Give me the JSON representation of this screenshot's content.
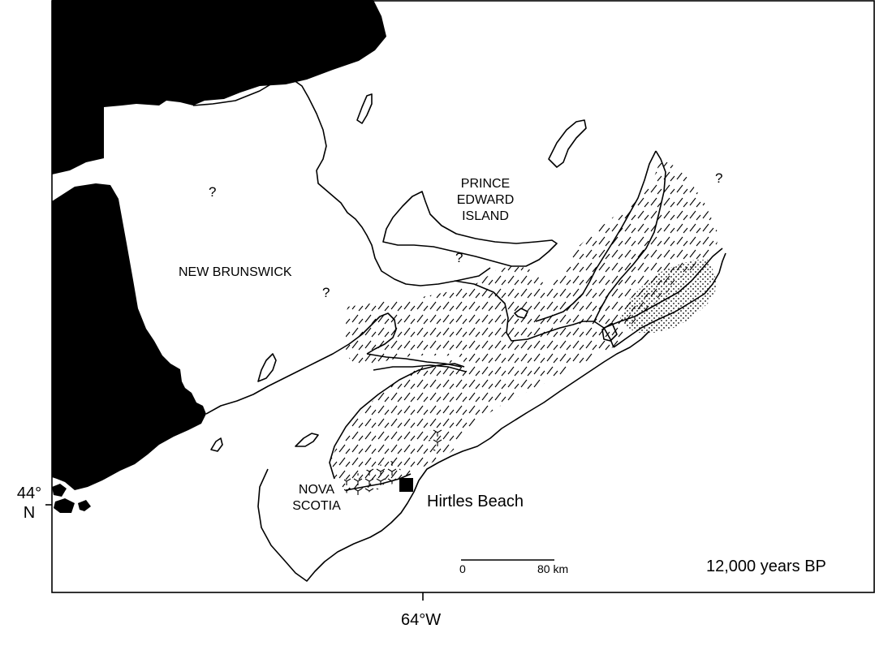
{
  "regions": {
    "new_brunswick": "NEW BRUNSWICK",
    "prince_edward_island": [
      "PRINCE",
      "EDWARD",
      "ISLAND"
    ],
    "nova_scotia": [
      "NOVA",
      "SCOTIA"
    ]
  },
  "site": {
    "label": "Hirtles Beach"
  },
  "unknown_marker": "?",
  "scale_bar": {
    "start_label": "0",
    "end_label": "80 km"
  },
  "time_label": "12,000 years BP",
  "axes": {
    "latitude": [
      "44°",
      "N"
    ],
    "longitude": "64°W"
  },
  "colors": {
    "ink": "#000000",
    "paper": "#ffffff"
  }
}
